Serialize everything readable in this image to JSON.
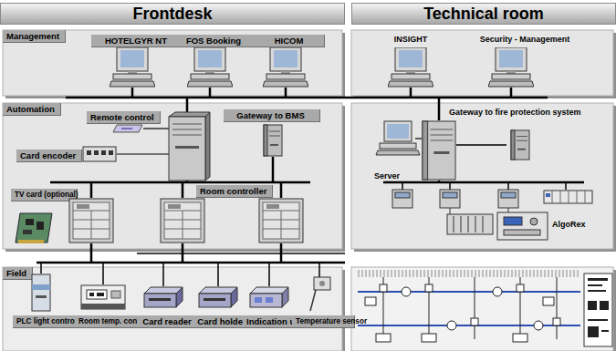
{
  "diagram": {
    "nodes": [
      {
        "text": [
          "Frontdesk"
        ]
      },
      {
        "text": [
          "Technical room"
        ]
      },
      {
        "text": [
          "Management"
        ]
      },
      {
        "text": [
          "HOTELGYR NT"
        ],
        "in": 2
      },
      {
        "text": [
          "FOS Booking"
        ],
        "in": 2
      },
      {
        "text": [
          "HICOM"
        ],
        "in": 2
      },
      {
        "text": [
          "INSIGHT"
        ]
      },
      {
        "text": [
          "Security - Management"
        ]
      },
      {
        "text": [
          "Automation"
        ]
      },
      {
        "text": [
          "Remote control"
        ],
        "in": 8
      },
      {
        "text": [
          "Gateway to BMS"
        ],
        "in": 8
      },
      {
        "text": [
          "Card encoder"
        ],
        "in": 8
      },
      {
        "text": [
          "TV card (optional)"
        ],
        "in": 8
      },
      {
        "text": [
          "Room controller"
        ],
        "in": 8
      },
      {
        "text": [
          "Gateway to fire protection system"
        ]
      },
      {
        "text": [
          "Server"
        ]
      },
      {
        "text": [
          "AlgoRex"
        ]
      },
      {
        "text": [
          "Field"
        ]
      },
      {
        "text": [
          "PLC light controller"
        ],
        "in": 17
      },
      {
        "text": [
          "Room temp. controller"
        ],
        "in": 17
      },
      {
        "text": [
          "Card reader"
        ],
        "in": 17
      },
      {
        "text": [
          "Card holder"
        ],
        "in": 17
      },
      {
        "text": [
          "Indication unit"
        ],
        "in": 17
      },
      {
        "text": [
          "Temperature sensor"
        ],
        "in": 17
      }
    ],
    "edges": [
      {
        "from": 15,
        "to": 14,
        "arrow": "none"
      }
    ]
  }
}
